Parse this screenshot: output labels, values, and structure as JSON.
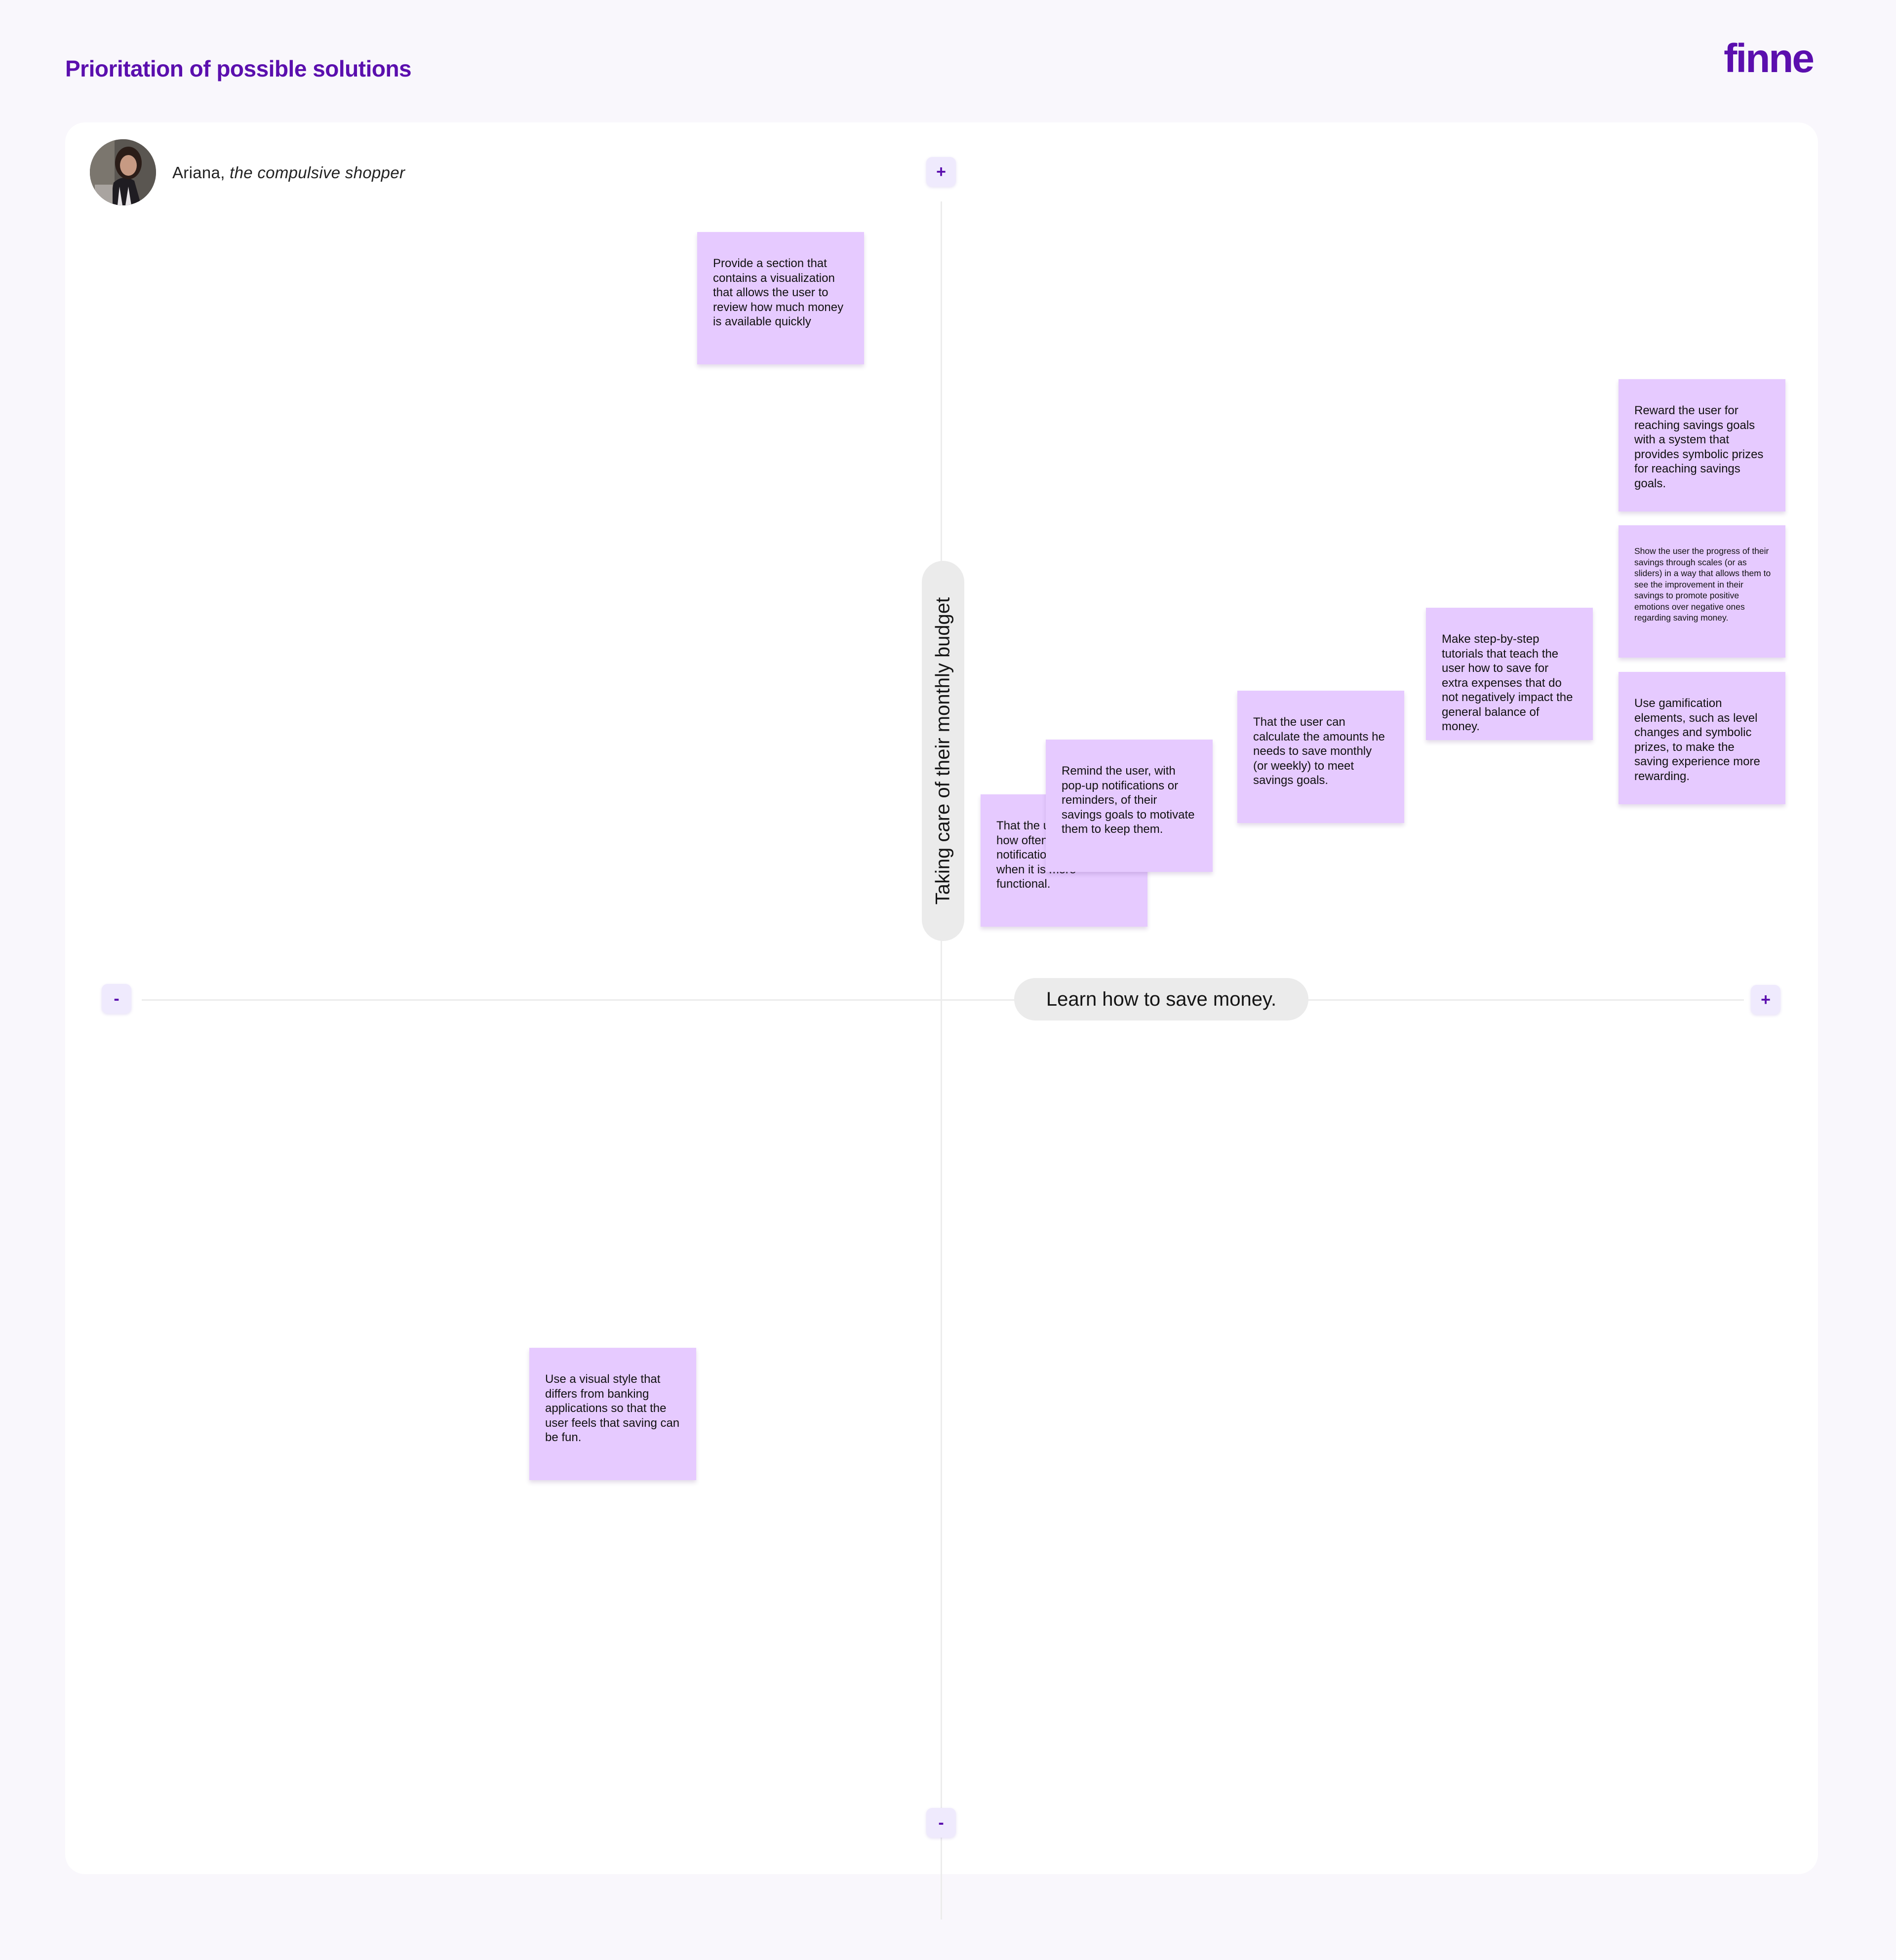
{
  "page_title": "Prioritation of possible solutions",
  "brand": "finne",
  "persona": {
    "name": "Ariana,",
    "role": "the compulsive shopper"
  },
  "axes": {
    "x_label": "Learn how to save money.",
    "y_label": "Taking care of their monthly budget",
    "plus": "+",
    "minus": "-"
  },
  "notes": [
    {
      "text": "Provide a section that contains a visualization that allows the user to review how much money is available quickly"
    },
    {
      "text": "Reward the user for reaching savings goals with a system that provides symbolic prizes for reaching savings goals."
    },
    {
      "text": "Show the user the progress of their savings through scales (or as sliders) in a way that allows them to see the improvement in their savings to promote positive emotions over negative ones regarding saving money."
    },
    {
      "text": "Make step-by-step tutorials that teach the user how to save for extra expenses that do not negatively impact the general balance of money."
    },
    {
      "text": "That the user can calculate the amounts he needs to save monthly (or weekly) to meet savings goals."
    },
    {
      "text": "Use gamification elements, such as level changes and symbolic prizes, to make the saving experience more rewarding."
    },
    {
      "text": "That the user can assign how often the reminder notifications appear, when it is more functional."
    },
    {
      "text": "Remind the user, with pop-up notifications or reminders, of their savings goals to motivate them to keep them."
    },
    {
      "text": "Use a visual style that differs from banking applications so that the user feels that saving can be fun."
    }
  ],
  "colors": {
    "accent": "#5b0fae",
    "note": "#e6caff",
    "background": "#f9f7fc"
  }
}
